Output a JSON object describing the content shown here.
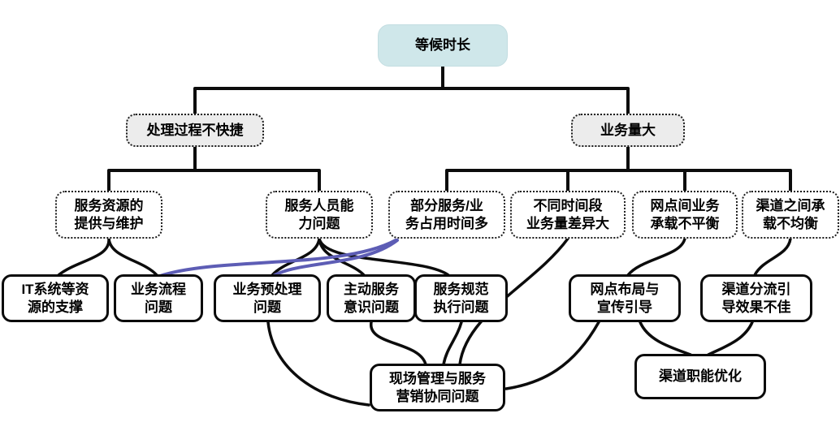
{
  "diagram": {
    "type": "cause-tree",
    "colors": {
      "root_fill": "#cfe7ea",
      "level2_fill": "#ececec",
      "edge": "#0c0c0c",
      "highlight_edge": "#5d5db5",
      "node_fill": "#ffffff"
    },
    "nodes": {
      "root": {
        "label": "等候时长",
        "level": 0
      },
      "process": {
        "label": "处理过程不快捷",
        "level": 1
      },
      "volume": {
        "label": "业务量大",
        "level": 1
      },
      "resource": {
        "label": "服务资源的\n提供与维护",
        "level": 2
      },
      "staff": {
        "label": "服务人员能\n力问题",
        "level": 2
      },
      "partial": {
        "label": "部分服务/业\n务占用时间多",
        "level": 2
      },
      "timediff": {
        "label": "不同时间段\n业务量差异大",
        "level": 2
      },
      "branchload": {
        "label": "网点间业务\n承载不平衡",
        "level": 2
      },
      "channelload": {
        "label": "渠道之间承\n载不均衡",
        "level": 2
      },
      "it": {
        "label": "IT系统等资\n源的支撑",
        "level": 3
      },
      "flow": {
        "label": "业务流程\n问题",
        "level": 3
      },
      "pre": {
        "label": "业务预处理\n问题",
        "level": 3
      },
      "proactive": {
        "label": "主动服务\n意识问题",
        "level": 3
      },
      "standard": {
        "label": "服务规范\n执行问题",
        "level": 3
      },
      "layout": {
        "label": "网点布局与\n宣传引导",
        "level": 3
      },
      "divert": {
        "label": "渠道分流引\n导效果不佳",
        "level": 3
      },
      "onsite": {
        "label": "现场管理与服务\n营销协同问题",
        "level": 4
      },
      "channelfunc": {
        "label": "渠道职能优化",
        "level": 4
      }
    },
    "edges": [
      {
        "from": "root",
        "to": "process",
        "color": "black",
        "style": "orthogonal"
      },
      {
        "from": "root",
        "to": "volume",
        "color": "black",
        "style": "orthogonal"
      },
      {
        "from": "process",
        "to": "resource",
        "color": "black",
        "style": "orthogonal"
      },
      {
        "from": "process",
        "to": "staff",
        "color": "black",
        "style": "orthogonal"
      },
      {
        "from": "volume",
        "to": "partial",
        "color": "black",
        "style": "orthogonal"
      },
      {
        "from": "volume",
        "to": "timediff",
        "color": "black",
        "style": "orthogonal"
      },
      {
        "from": "volume",
        "to": "branchload",
        "color": "black",
        "style": "orthogonal"
      },
      {
        "from": "volume",
        "to": "channelload",
        "color": "black",
        "style": "orthogonal"
      },
      {
        "from": "resource",
        "to": "it",
        "color": "black",
        "style": "curve"
      },
      {
        "from": "resource",
        "to": "flow",
        "color": "black",
        "style": "curve"
      },
      {
        "from": "staff",
        "to": "pre",
        "color": "black",
        "style": "curve"
      },
      {
        "from": "staff",
        "to": "proactive",
        "color": "black",
        "style": "curve"
      },
      {
        "from": "staff",
        "to": "standard",
        "color": "black",
        "style": "curve"
      },
      {
        "from": "partial",
        "to": "flow",
        "color": "blue",
        "style": "curve"
      },
      {
        "from": "partial",
        "to": "pre",
        "color": "blue",
        "style": "curve"
      },
      {
        "from": "timediff",
        "to": "onsite",
        "color": "black",
        "style": "curve"
      },
      {
        "from": "branchload",
        "to": "layout",
        "color": "black",
        "style": "curve"
      },
      {
        "from": "channelload",
        "to": "divert",
        "color": "black",
        "style": "curve"
      },
      {
        "from": "pre",
        "to": "onsite",
        "color": "black",
        "style": "curve"
      },
      {
        "from": "proactive",
        "to": "onsite",
        "color": "black",
        "style": "curve"
      },
      {
        "from": "standard",
        "to": "onsite",
        "color": "black",
        "style": "curve"
      },
      {
        "from": "layout",
        "to": "onsite",
        "color": "black",
        "style": "curve"
      },
      {
        "from": "layout",
        "to": "channelfunc",
        "color": "black",
        "style": "curve"
      },
      {
        "from": "divert",
        "to": "channelfunc",
        "color": "black",
        "style": "curve"
      }
    ]
  }
}
